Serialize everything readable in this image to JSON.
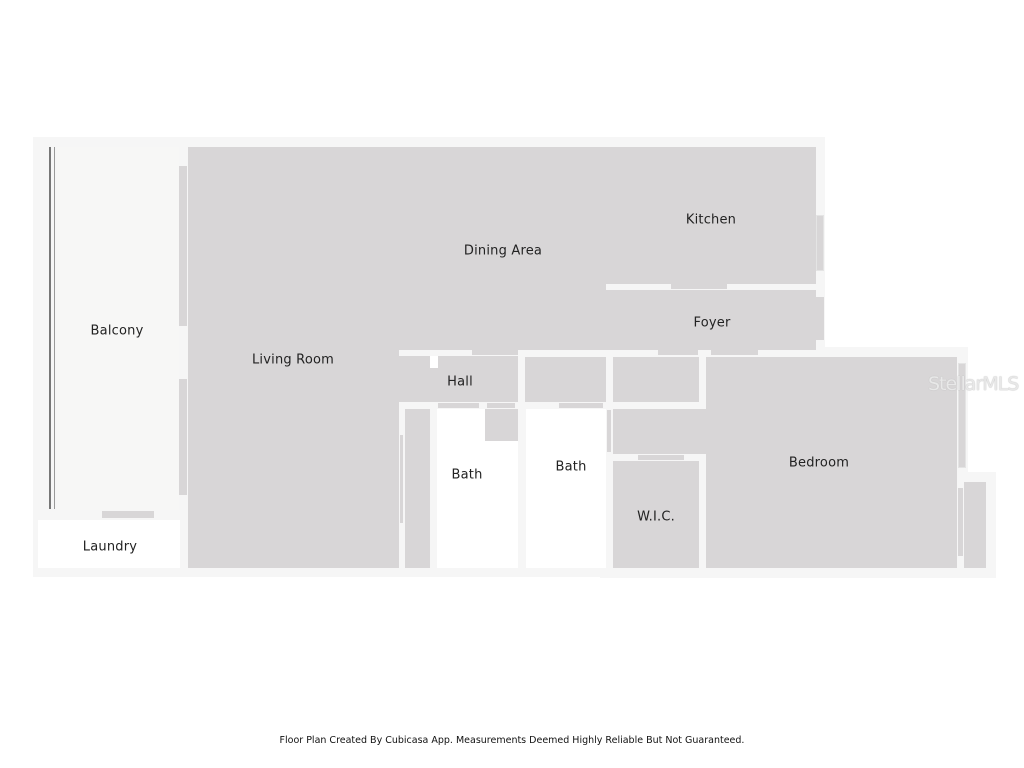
{
  "floor_plan": {
    "rooms": [
      {
        "id": "balcony",
        "label": "Balcony"
      },
      {
        "id": "laundry",
        "label": "Laundry"
      },
      {
        "id": "living_room",
        "label": "Living Room"
      },
      {
        "id": "dining_area",
        "label": "Dining Area"
      },
      {
        "id": "kitchen",
        "label": "Kitchen"
      },
      {
        "id": "foyer",
        "label": "Foyer"
      },
      {
        "id": "hall",
        "label": "Hall"
      },
      {
        "id": "bath_1",
        "label": "Bath"
      },
      {
        "id": "bath_2",
        "label": "Bath"
      },
      {
        "id": "wic",
        "label": "W.I.C."
      },
      {
        "id": "bedroom",
        "label": "Bedroom"
      }
    ],
    "colors": {
      "room_fill": "#d8d6d7",
      "wall": "#f6f6f6",
      "wet_room_fill": "#ffffff",
      "balcony_fill": "#f7f7f6",
      "label_text": "#222222"
    }
  },
  "watermark": "StellarMLS",
  "footer": {
    "disclaimer": "Floor Plan Created By Cubicasa App. Measurements Deemed Highly Reliable But Not Guaranteed."
  }
}
